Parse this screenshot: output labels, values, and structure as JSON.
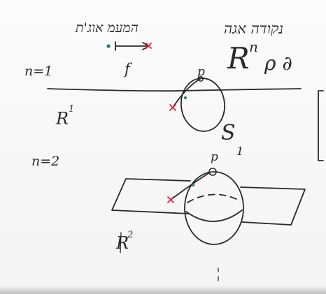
{
  "board": {
    "top_label_hebrew": "המעמ אוג'ת",
    "map_symbol": "f",
    "top_right_hebrew": "נקודה אגה",
    "rn_base": "R",
    "rn_exp": "n",
    "rn_trailing_text": "ρ ∂",
    "n1_label": "n=1",
    "r1_base": "R",
    "r1_exp": "1",
    "point_label": "p",
    "s1_base": "S",
    "s1_sub": "1",
    "n2_label": "n=2",
    "r2_base": "R",
    "r2_exp": "2",
    "point_label_2": "p"
  },
  "colors": {
    "ink": "#2a2a2a",
    "marker_red": "#e0263a",
    "marker_teal": "#1e7f75"
  }
}
